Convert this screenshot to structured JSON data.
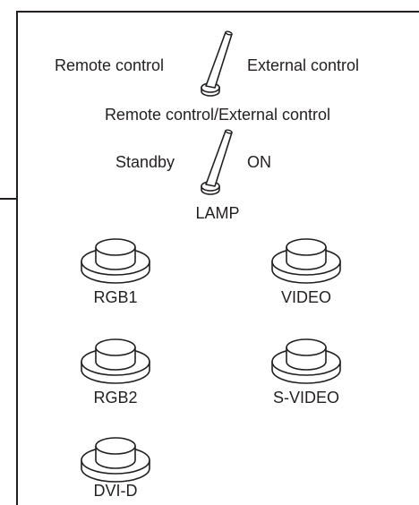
{
  "switches": {
    "control": {
      "left": "Remote control",
      "right": "External control",
      "caption": "Remote control/External control"
    },
    "lamp": {
      "left": "Standby",
      "right": "ON",
      "caption": "LAMP"
    }
  },
  "buttons": [
    {
      "label": "RGB1"
    },
    {
      "label": "VIDEO"
    },
    {
      "label": "RGB2"
    },
    {
      "label": "S-VIDEO"
    },
    {
      "label": "DVI-D"
    }
  ]
}
